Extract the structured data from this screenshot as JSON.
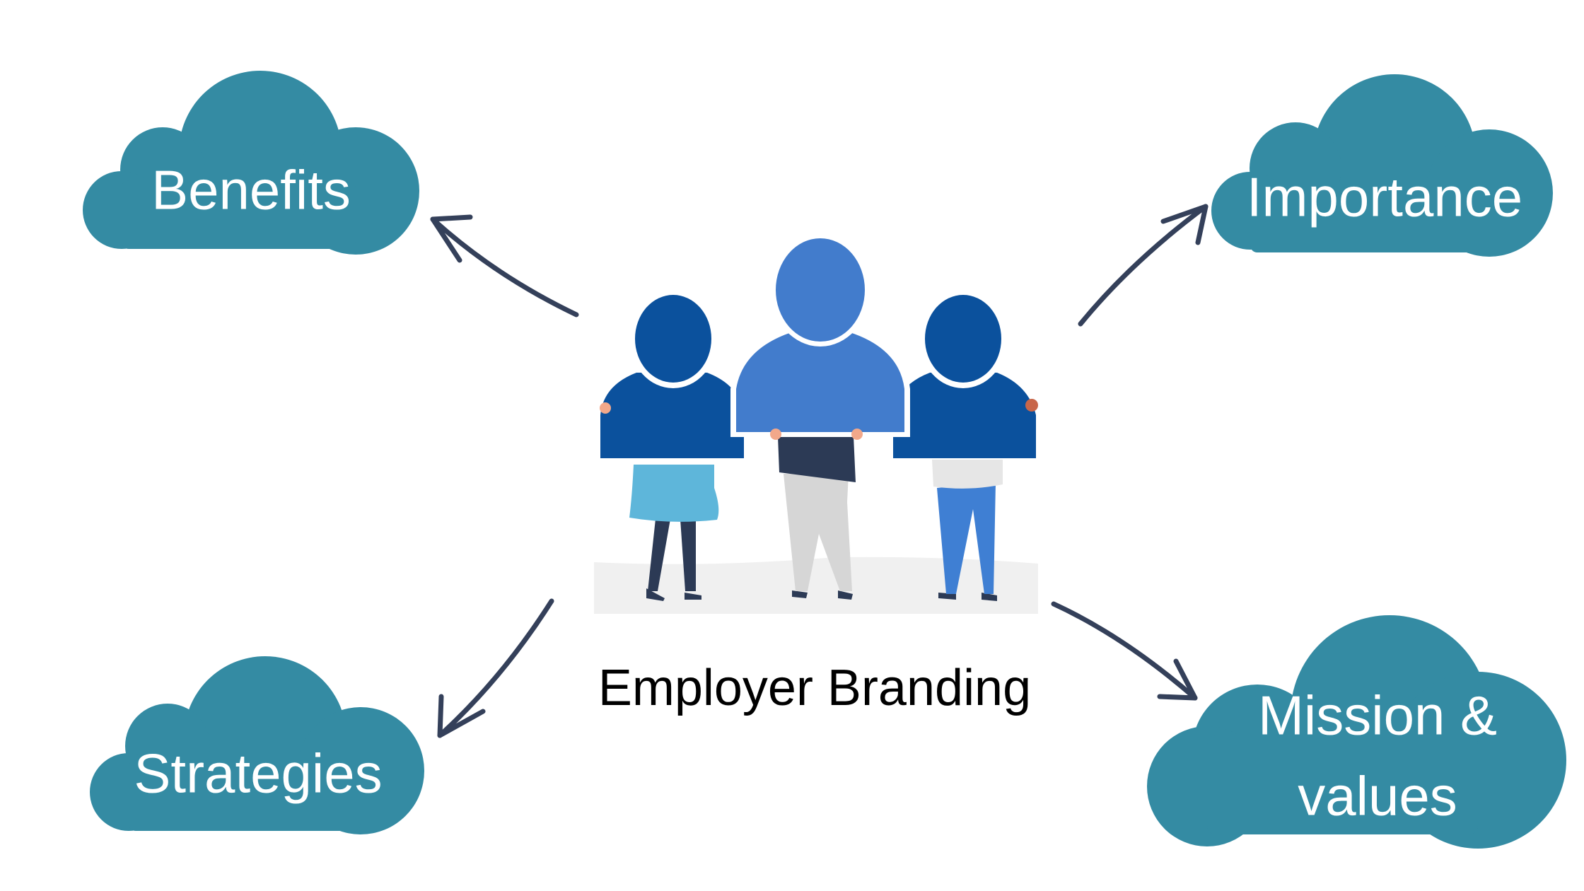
{
  "center": {
    "label": "Employer Branding"
  },
  "nodes": {
    "benefits": {
      "label": "Benefits"
    },
    "importance": {
      "label": "Importance"
    },
    "strategies": {
      "label": "Strategies"
    },
    "mission": {
      "line1": "Mission &",
      "line2": "values"
    }
  },
  "colors": {
    "cloud": "#348ba3",
    "arrow": "#34405a",
    "person_dark": "#0b519d",
    "person_mid": "#427ccc",
    "skirt": "#5eb6da",
    "legs_dark": "#2c3a55",
    "pants_light": "#d6d6d6",
    "pants_blue": "#3f7fd3",
    "ground": "#f0f0f0",
    "label_text": "#ffffff",
    "center_text": "#000000"
  },
  "icons": {
    "center_illustration": "people-group-icon",
    "node_shape": "cloud-icon"
  }
}
